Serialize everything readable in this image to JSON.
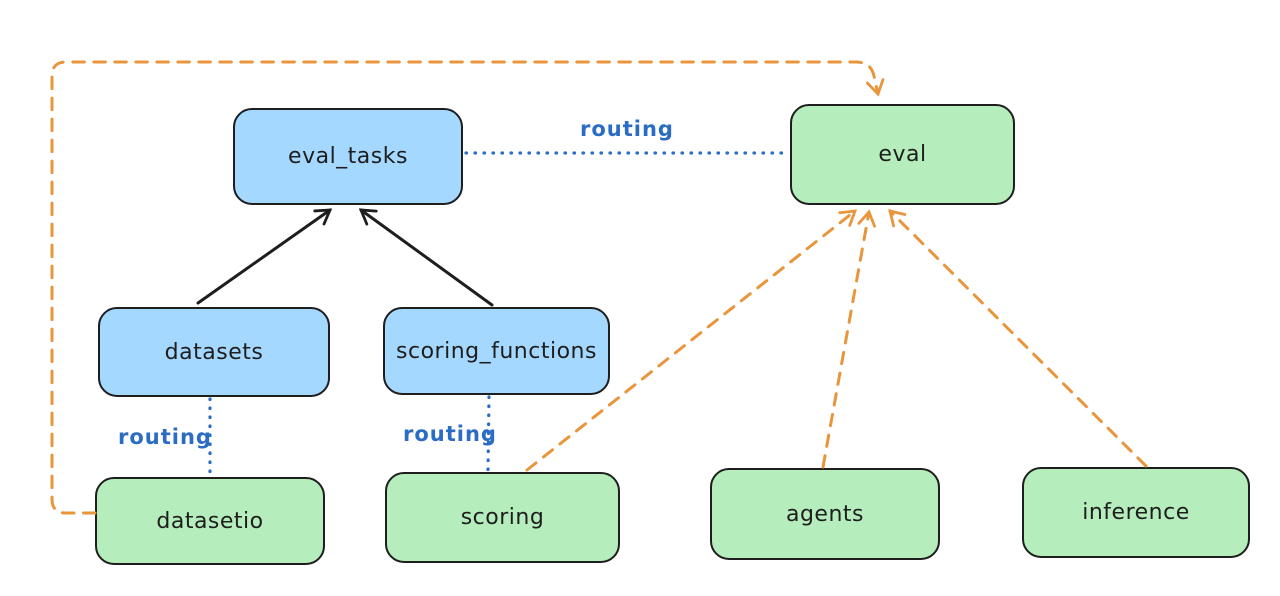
{
  "colors": {
    "background": "#ffffff",
    "node-blue": "#a5d8ff",
    "node-green": "#b5edbc",
    "node-border": "#1e1e1e",
    "node-text": "#1e1e1e",
    "routing-blue": "#2b6cc4",
    "edge-black": "#1e1e1e",
    "edge-orange": "#e8953c"
  },
  "diagram": {
    "nodes": [
      {
        "id": "eval_tasks",
        "label": "eval_tasks",
        "color": "blue"
      },
      {
        "id": "eval",
        "label": "eval",
        "color": "green"
      },
      {
        "id": "datasets",
        "label": "datasets",
        "color": "blue"
      },
      {
        "id": "scoring_functions",
        "label": "scoring_functions",
        "color": "blue"
      },
      {
        "id": "datasetio",
        "label": "datasetio",
        "color": "green"
      },
      {
        "id": "scoring",
        "label": "scoring",
        "color": "green"
      },
      {
        "id": "agents",
        "label": "agents",
        "color": "green"
      },
      {
        "id": "inference",
        "label": "inference",
        "color": "green"
      }
    ],
    "edges": [
      {
        "from": "datasets",
        "to": "eval_tasks",
        "style": "solid",
        "color": "black",
        "arrow": true
      },
      {
        "from": "scoring_functions",
        "to": "eval_tasks",
        "style": "solid",
        "color": "black",
        "arrow": true
      },
      {
        "from": "eval_tasks",
        "to": "eval",
        "style": "dotted",
        "color": "blue",
        "label": "routing"
      },
      {
        "from": "datasets",
        "to": "datasetio",
        "style": "dotted",
        "color": "blue",
        "label": "routing"
      },
      {
        "from": "scoring_functions",
        "to": "scoring",
        "style": "dotted",
        "color": "blue",
        "label": "routing"
      },
      {
        "from": "datasetio",
        "to": "eval",
        "style": "dashed",
        "color": "orange",
        "arrow": true,
        "route": "around-left-and-top"
      },
      {
        "from": "scoring",
        "to": "eval",
        "style": "dashed",
        "color": "orange",
        "arrow": true
      },
      {
        "from": "agents",
        "to": "eval",
        "style": "dashed",
        "color": "orange",
        "arrow": true
      },
      {
        "from": "inference",
        "to": "eval",
        "style": "dashed",
        "color": "orange",
        "arrow": true
      }
    ]
  }
}
